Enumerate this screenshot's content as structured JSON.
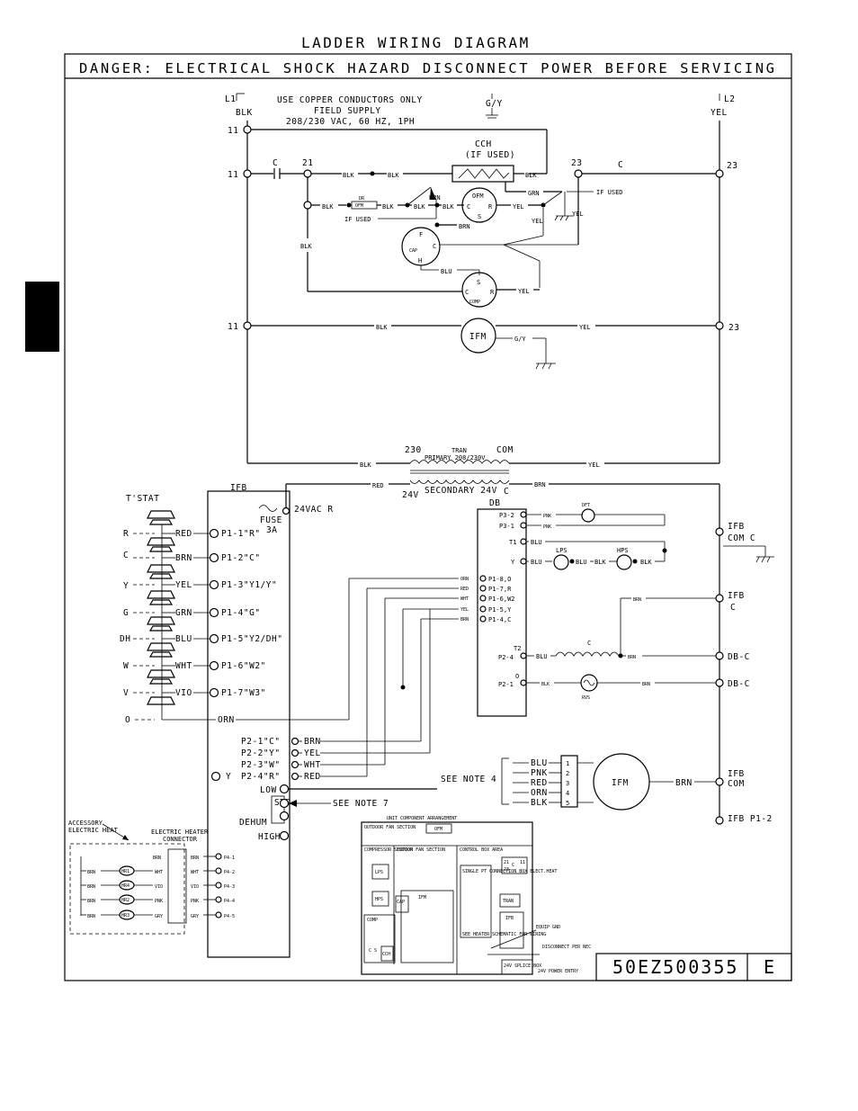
{
  "title": "LADDER WIRING DIAGRAM",
  "danger": "DANGER: ELECTRICAL SHOCK HAZARD DISCONNECT POWER BEFORE SERVICING",
  "black_tab_color": "#000000",
  "supply": {
    "l1": "L1",
    "l1_wire": "BLK",
    "l2": "L2",
    "l2_wire": "YEL",
    "note1": "USE COPPER CONDUCTORS ONLY",
    "note2": "FIELD SUPPLY",
    "note3": "208/230 VAC, 60 HZ, 1PH",
    "ground": "G/Y"
  },
  "terminals": {
    "t11": "11",
    "t21": "21",
    "t23": "23"
  },
  "components": {
    "contactor": "C",
    "cch": "CCH",
    "cch_note": "(IF USED)",
    "ofm": "OFM",
    "comp": "COMP",
    "cap": "CAP",
    "ifm": "IFM",
    "dr": "DR",
    "dr_relay": "OFM",
    "if_used": "IF USED",
    "fuse": "FUSE",
    "fuse_rating": "3A",
    "tstat": "T'STAT",
    "ifb": "IFB",
    "db": "DB",
    "lps": "LPS",
    "hps": "HPS",
    "dft": "DFT",
    "rvs": "RVS"
  },
  "wires": {
    "blk": "BLK",
    "yel": "YEL",
    "brn": "BRN",
    "grn": "GRN",
    "blu": "BLU",
    "red": "RED",
    "wht": "WHT",
    "vio": "VIO",
    "orn": "ORN",
    "pnk": "PNK",
    "gry": "GRY",
    "gy": "G/Y"
  },
  "cap_pins": {
    "f": "F",
    "c": "C",
    "h": "H"
  },
  "comp_pins": {
    "s": "S",
    "r": "R",
    "c": "C"
  },
  "transformer": {
    "t230": "230",
    "tran": "TRAN",
    "com": "COM",
    "primary": "PRIMARY 208/230V",
    "v24": "24V",
    "secondary": "SECONDARY 24V",
    "c": "C",
    "vac": "24VAC R"
  },
  "tstat_rows": [
    {
      "letter": "R",
      "wire": "RED",
      "pin": "P1-1\"R\""
    },
    {
      "letter": "C",
      "wire": "BRN",
      "pin": "P1-2\"C\""
    },
    {
      "letter": "Y",
      "wire": "YEL",
      "pin": "P1-3\"Y1/Y\""
    },
    {
      "letter": "G",
      "wire": "GRN",
      "pin": "P1-4\"G\""
    },
    {
      "letter": "DH",
      "wire": "BLU",
      "pin": "P1-5\"Y2/DH\""
    },
    {
      "letter": "W",
      "wire": "WHT",
      "pin": "P1-6\"W2\""
    },
    {
      "letter": "V",
      "wire": "VIO",
      "pin": "P1-7\"W3\""
    },
    {
      "letter": "O",
      "wire": "ORN",
      "pin": ""
    }
  ],
  "p2_rows": [
    {
      "pin": "P2-1\"C\"",
      "wire": "BRN"
    },
    {
      "pin": "P2-2\"Y\"",
      "wire": "YEL"
    },
    {
      "pin": "P2-3\"W\"",
      "wire": "WHT"
    },
    {
      "pin": "P2-4\"R\"",
      "wire": "RED"
    }
  ],
  "ifb_misc": {
    "y": "Y",
    "low": "LOW",
    "std": "STD",
    "dehum": "DEHUM",
    "high": "HIGH",
    "note4": "SEE NOTE 4",
    "note7": "SEE NOTE 7"
  },
  "db_pins": {
    "p32": "P3-2",
    "p31": "P3-1",
    "t1": "T1",
    "y": "Y",
    "p18": "P1-8,O",
    "p17": "P1-7,R",
    "p16": "P1-6,W2",
    "p15": "P1-5,Y",
    "p14": "P1-4,C",
    "t2": "T2",
    "p24": "P2-4",
    "o": "O",
    "p21": "P2-1"
  },
  "right_labels": {
    "ifb": "IFB",
    "com_c": "COM C",
    "c": "C",
    "dbc": "DB-C",
    "com": "COM",
    "p12": "IFB P1-2"
  },
  "motor_pins": [
    "1",
    "2",
    "3",
    "4",
    "5"
  ],
  "motor_wires": [
    "BLU",
    "PNK",
    "RED",
    "ORN",
    "BLK"
  ],
  "heater": {
    "accessory": "ACCESSORY",
    "electric_heat": "ELECTRIC HEAT",
    "connector1": "ELECTRIC HEATER",
    "connector2": "CONNECTOR",
    "rows": [
      {
        "wire_l": "BRN",
        "elem": "",
        "wire_r": "BRN",
        "pin": "P4-1",
        "wire_rr": "BRN"
      },
      {
        "wire_l": "BRN",
        "elem": "HR1",
        "wire_r": "WHT",
        "pin": "P4-2",
        "wire_rr": "WHT"
      },
      {
        "wire_l": "BRN",
        "elem": "HR4",
        "wire_r": "VIO",
        "pin": "P4-3",
        "wire_rr": "VIO"
      },
      {
        "wire_l": "BRN",
        "elem": "HR2",
        "wire_r": "PNK",
        "pin": "P4-4",
        "wire_rr": "PNK"
      },
      {
        "wire_l": "BRN",
        "elem": "HR3",
        "wire_r": "GRY",
        "pin": "P4-5",
        "wire_rr": "GRY"
      }
    ]
  },
  "arrangement": {
    "title": "UNIT COMPONENT ARRANGEMENT",
    "outdoor": "OUTDOOR FAN SECTION",
    "ofm": "OFM",
    "compressor": "COMPRESSOR SECTION",
    "indoor": "INDOOR FAN SECTION",
    "control": "CONTROL BOX AREA",
    "lps": "LPS",
    "hps": "HPS",
    "comp": "COMP",
    "cap": "CAP",
    "ifm": "IFM",
    "cch": "CCH",
    "cs": "C S",
    "single_pt": "SINGLE PT CONNECTION BOX ELECT.HEAT",
    "tran": "TRAN",
    "ifb": "IFB",
    "see_heater": "SEE HEATER SCHEMATIC FOR WIRING",
    "equip_gnd": "EQUIP GND",
    "disconnect": "DISCONNECT PER NEC",
    "splice": "24V SPLICE BOX",
    "power_entry": "24V POWER ENTRY",
    "t21": "21",
    "t23": "23",
    "t11": "11",
    "tc": "C"
  },
  "drawing_number": "50EZ500355",
  "revision": "E"
}
